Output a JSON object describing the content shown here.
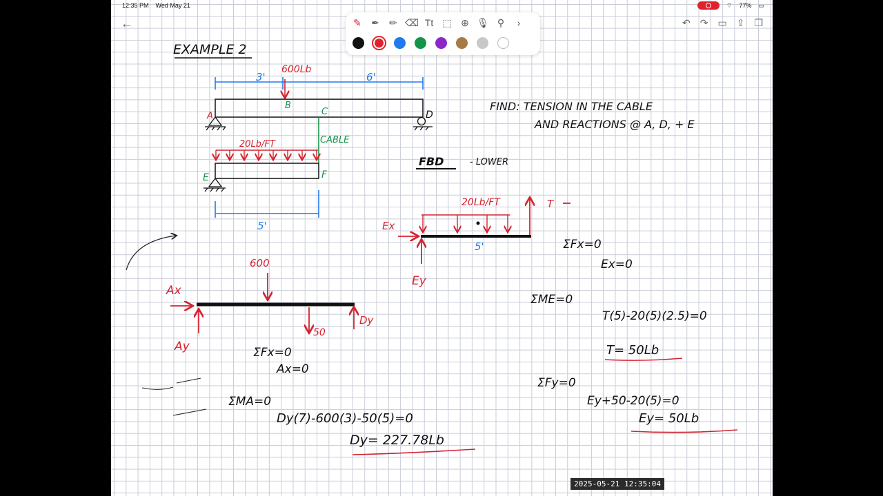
{
  "status": {
    "time": "12:35 PM",
    "date": "Wed May 21",
    "battery": "77%"
  },
  "toolbar": {
    "tools": [
      {
        "name": "pen-icon",
        "glyph": "✎"
      },
      {
        "name": "fountain-pen-icon",
        "glyph": "✒"
      },
      {
        "name": "highlighter-icon",
        "glyph": "✏"
      },
      {
        "name": "eraser-icon",
        "glyph": "⌫"
      },
      {
        "name": "text-icon",
        "glyph": "Tt"
      },
      {
        "name": "lasso-icon",
        "glyph": "⬚"
      },
      {
        "name": "add-icon",
        "glyph": "⊕"
      },
      {
        "name": "mic-icon",
        "glyph": "🎙"
      },
      {
        "name": "link-icon",
        "glyph": "⚲"
      },
      {
        "name": "chevron-right-icon",
        "glyph": "›"
      }
    ],
    "colors": [
      "#111111",
      "#e0222e",
      "#1f7aef",
      "#14944a",
      "#8d28c7",
      "#a87a44",
      "#c8c8c8",
      "#ffffff"
    ]
  },
  "right_tools": [
    "undo-icon",
    "redo-icon",
    "present-icon",
    "export-icon",
    "copy-icon"
  ],
  "timestamp": "2025-05-21 12:35:04",
  "notes": {
    "title": "EXAMPLE 2",
    "load_600": "600Lb",
    "dim_3": "3'",
    "dim_6": "6'",
    "A": "A",
    "B": "B",
    "C": "C",
    "D": "D",
    "E": "E",
    "F": "F",
    "cable": "CABLE",
    "dist_load": "20Lb/FT",
    "dim_5": "5'",
    "find_1": "FIND: TENSION IN THE CABLE",
    "find_2": "AND REACTIONS @ A, D, + E",
    "fbd": "FBD",
    "lower": "- LOWER",
    "fbd_load": "20Lb/FT",
    "T": "T",
    "Ex": "Ex",
    "Ey": "Ey",
    "fbd_5": "5'",
    "sum_fx_right": "ΣFx=0",
    "ex_zero": "Ex=0",
    "sum_me": "ΣME=0",
    "moment_eq": "T(5)-20(5)(2.5)=0",
    "T_result": "T= 50Lb",
    "sum_fy": "ΣFy=0",
    "fy_eq": "Ey+50-20(5)=0",
    "Ey_result": "Ey= 50Lb",
    "upper_600": "600",
    "Ax": "Ax",
    "Ay": "Ay",
    "Dy": "Dy",
    "load_50": "50",
    "sum_fx_left": "ΣFx=0",
    "ax_zero": "Ax=0",
    "sum_ma": "ΣMA=0",
    "ma_eq": "Dy(7)-600(3)-50(5)=0",
    "Dy_result": "Dy= 227.78Lb"
  }
}
